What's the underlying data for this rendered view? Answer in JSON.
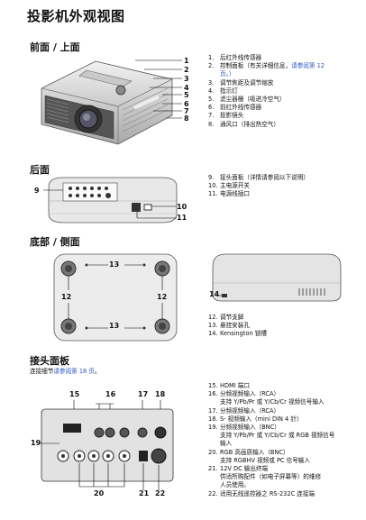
{
  "title": "投影机外观视图",
  "sections": {
    "front": "前面 / 上面",
    "rear": "后面",
    "bottom": "底部 / 侧面",
    "connector": "接头面板"
  },
  "front_callouts": [
    "1",
    "2",
    "3",
    "4",
    "5",
    "6",
    "7",
    "8"
  ],
  "front_items": [
    {
      "n": "1.",
      "t": "后红外线传感器"
    },
    {
      "n": "2.",
      "t": "控制面板（有关详细信息，",
      "link": "请参阅第 12",
      "t2": ""
    },
    {
      "n": "",
      "t": "页。）"
    },
    {
      "n": "3.",
      "t": "调节焦距及调节缩放"
    },
    {
      "n": "4.",
      "t": "指示灯"
    },
    {
      "n": "5.",
      "t": "滤尘器栅（吸进冷空气）"
    },
    {
      "n": "6.",
      "t": "前红外线传感器"
    },
    {
      "n": "7.",
      "t": "投影镜头"
    },
    {
      "n": "8.",
      "t": "通风口（排出热空气）"
    }
  ],
  "rear_callouts": [
    "9",
    "10",
    "11"
  ],
  "rear_items": [
    {
      "n": "9.",
      "t": "接头面板（详情请参阅以下说明）"
    },
    {
      "n": "10.",
      "t": "主电源开关"
    },
    {
      "n": "11.",
      "t": "电源线插口"
    }
  ],
  "bottom_callouts": [
    "13",
    "12",
    "12",
    "13",
    "14"
  ],
  "bottom_items": [
    {
      "n": "12.",
      "t": "调节支脚"
    },
    {
      "n": "13.",
      "t": "悬挂安装孔"
    },
    {
      "n": "14.",
      "t": "Kensington 锁槽"
    }
  ],
  "connector_intro": "连接细节",
  "connector_link": "请参阅第 18 页",
  "connector_intro_end": "。",
  "connector_callouts": [
    "15",
    "16",
    "17",
    "18",
    "19",
    "20",
    "21",
    "22"
  ],
  "connector_items": [
    {
      "n": "15.",
      "t": "HDMI 端口"
    },
    {
      "n": "16.",
      "t": "分频视频输入（RCA）"
    },
    {
      "n": "",
      "t": "支持 Y/Pb/Pr 或 Y/Cb/Cr 视频信号输入"
    },
    {
      "n": "17.",
      "t": "分频视频输入（RCA）"
    },
    {
      "n": "18.",
      "t": "S- 视频输入（mini DIN 4 针）"
    },
    {
      "n": "19.",
      "t": "分频视频输入（BNC）"
    },
    {
      "n": "",
      "t": "支持 Y/Pb/Pr 或 Y/Cb/Cr 或 RGB 视频信号"
    },
    {
      "n": "",
      "t": "输入"
    },
    {
      "n": "20.",
      "t": "RGB 高画质输入（BNC）"
    },
    {
      "n": "",
      "t": "支持 RGBHV 视频或 PC 信号输入"
    },
    {
      "n": "21.",
      "t": "12V DC 输出终端"
    },
    {
      "n": "",
      "t": "供适所购配件（如电子屏幕等）的维修"
    },
    {
      "n": "",
      "t": "人员使用。"
    },
    {
      "n": "22.",
      "t": "适用无线遥控器之 RS-232C 连接端"
    }
  ]
}
